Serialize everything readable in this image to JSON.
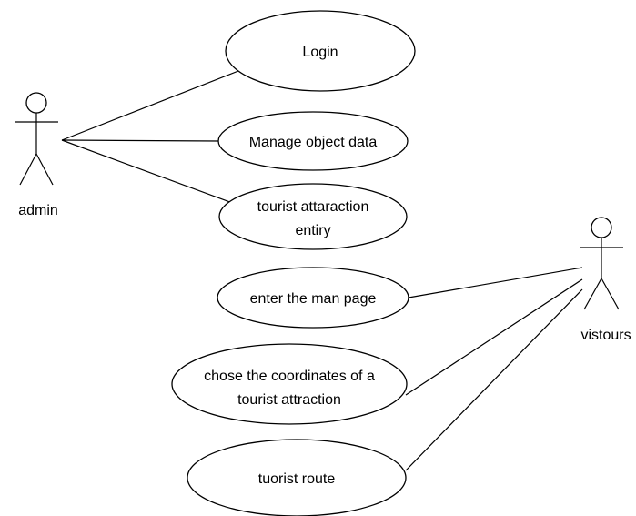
{
  "actors": {
    "admin": "admin",
    "visitor": "vistours"
  },
  "use_cases": {
    "login": [
      "Login"
    ],
    "manage": [
      "Manage object data"
    ],
    "entry": [
      "tourist attaraction",
      "entiry"
    ],
    "main_page": [
      "enter the man page"
    ],
    "coordinates": [
      "chose the coordinates of a",
      "tourist attraction"
    ],
    "route": [
      "tuorist route"
    ]
  },
  "colors": {
    "stroke": "#000000",
    "fill": "#ffffff",
    "text": "#000000"
  }
}
